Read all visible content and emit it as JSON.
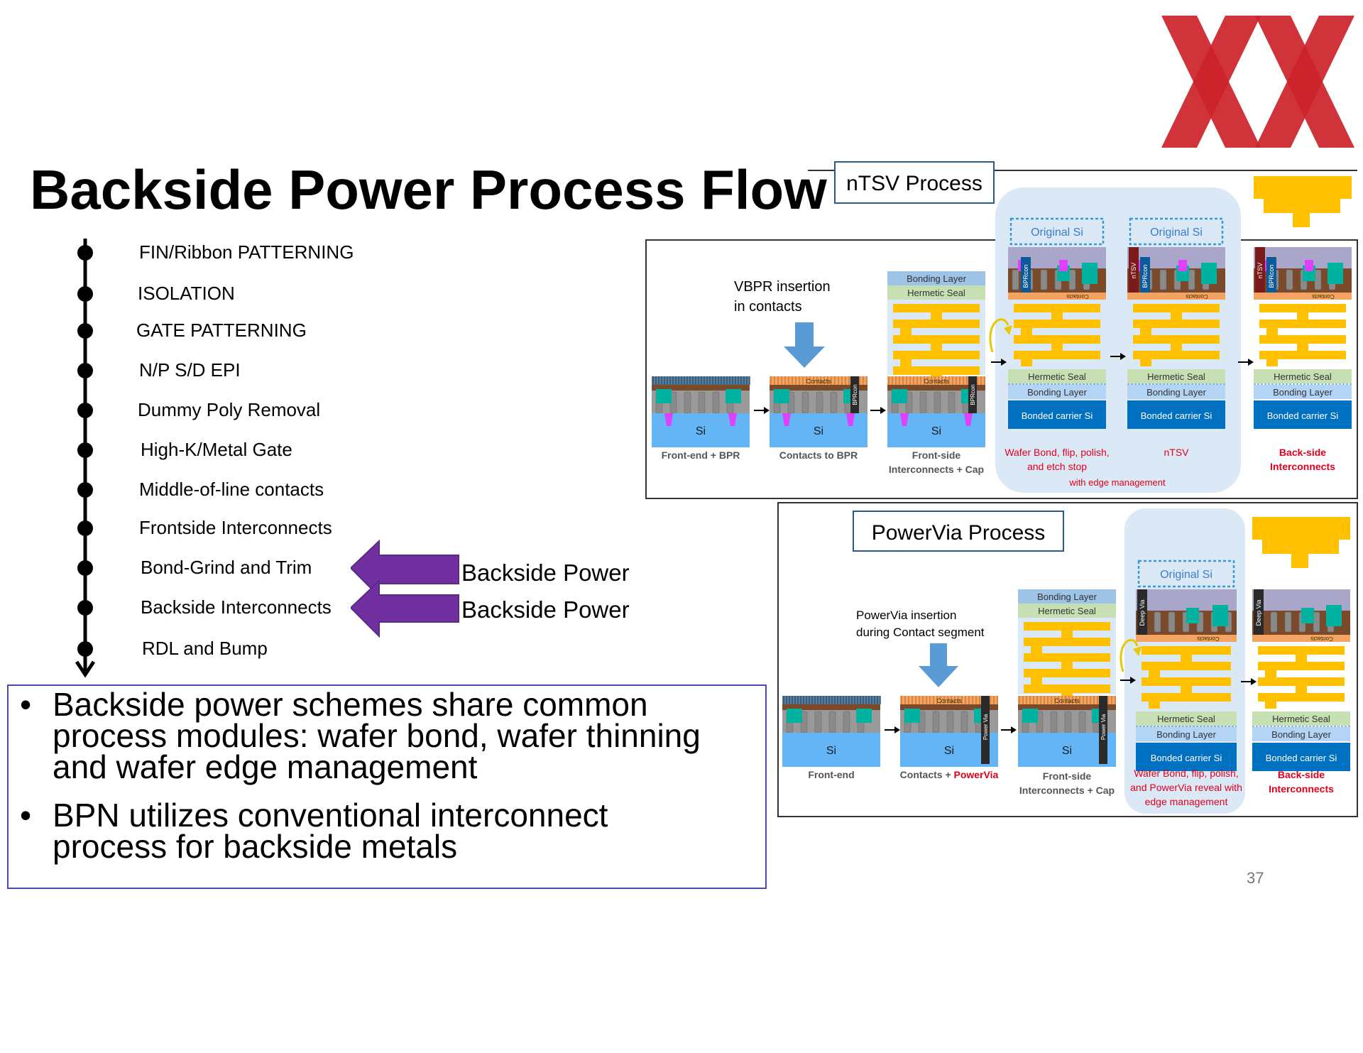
{
  "title": "Backside Power Process Flow",
  "page_number": "37",
  "colors": {
    "logo_red": "#cc2229",
    "arrow_purple": "#7030a0",
    "si_blue": "#64b5f6",
    "metal_yellow": "#ffc000",
    "sig_blue": "#0070c0",
    "red_text": "#e0001b"
  },
  "flow_steps": [
    "FIN/Ribbon PATTERNING",
    "ISOLATION",
    "GATE PATTERNING",
    "N/P S/D EPI",
    "Dummy Poly Removal",
    "High-K/Metal Gate",
    "Middle-of-line contacts",
    "Frontside Interconnects",
    "Bond-Grind and Trim",
    "Backside Interconnects",
    "RDL and Bump"
  ],
  "backside_arrows": [
    "Backside Power",
    "Backside Power"
  ],
  "bullets": [
    [
      "Backside power schemes share common",
      "process modules: wafer bond, wafer thinning",
      "and wafer edge management"
    ],
    [
      "BPN utilizes conventional interconnect",
      "process for backside metals"
    ]
  ],
  "ntsv": {
    "panel_title": "nTSV Process",
    "insertion": [
      "VBPR insertion",
      "in contacts"
    ],
    "si": "Si",
    "contacts": "Contacts",
    "bpr_con": "BPRcon",
    "bonding_layer": "Bonding Layer",
    "hermetic_seal": "Hermetic Seal",
    "original_si": "Original Si",
    "bonded_carrier": "Bonded carrier Si",
    "ntsv_tag": "nTSV",
    "captions": [
      [
        "Front-end + BPR"
      ],
      [
        "Contacts to BPR"
      ],
      [
        "Front-side",
        "Interconnects + Cap"
      ],
      [
        "Wafer Bond, flip, polish,",
        "and etch stop"
      ],
      [
        "nTSV"
      ],
      [
        "Back-side",
        "Interconnects"
      ]
    ],
    "edge_note": "with edge management"
  },
  "powervia": {
    "panel_title": "PowerVia Process",
    "insertion": [
      "PowerVia insertion",
      "during Contact segment"
    ],
    "si": "Si",
    "contacts": "Contacts",
    "power_via": "Power Via",
    "deep_via": "Deep Via",
    "bonding_layer": "Bonding Layer",
    "hermetic_seal": "Hermetic Seal",
    "original_si": "Original Si",
    "bonded_carrier": "Bonded carrier Si",
    "caption_front_end": "Front-end",
    "caption_contacts_prefix": "Contacts + ",
    "caption_contacts_red": "PowerVia",
    "caption_frontside": [
      "Front-side",
      "Interconnects + Cap"
    ],
    "caption_bond": [
      "Wafer Bond, flip, polish,",
      "and PowerVia reveal with",
      "edge management"
    ],
    "caption_backside": [
      "Back-side",
      "Interconnects"
    ]
  }
}
